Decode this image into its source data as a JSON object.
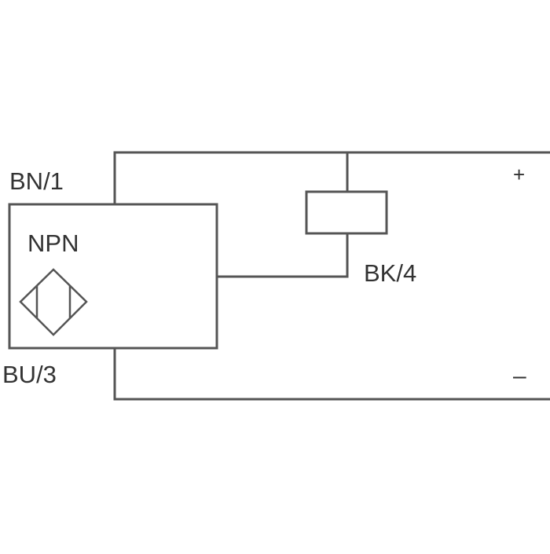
{
  "labels": {
    "brown_wire": "BN/1",
    "blue_wire": "BU/3",
    "black_wire": "BK/4",
    "sensor_type": "NPN",
    "positive": "+",
    "negative": "–"
  },
  "colors": {
    "line": "#555555",
    "text": "#333333",
    "background": "#ffffff"
  },
  "icons": {
    "sensor_symbol": "inductive-sensor-icon"
  }
}
